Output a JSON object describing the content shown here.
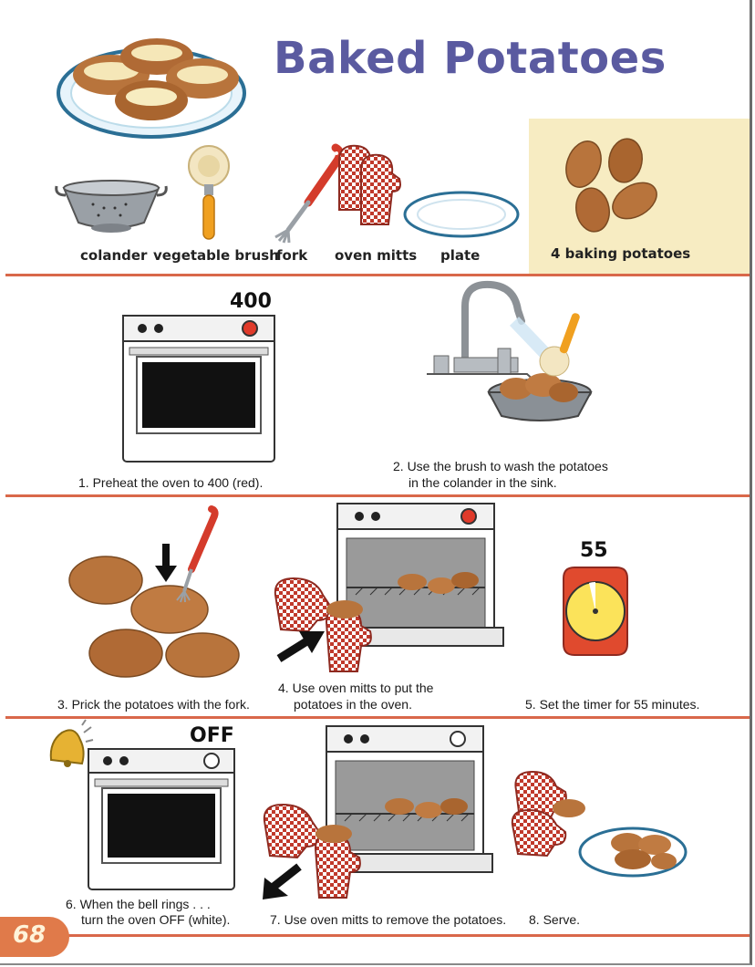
{
  "title": "Baked Potatoes",
  "tools": [
    {
      "label": "colander",
      "icon": "colander-icon"
    },
    {
      "label": "vegetable brush",
      "icon": "vegetable-brush-icon"
    },
    {
      "label": "fork",
      "icon": "fork-icon"
    },
    {
      "label": "oven mitts",
      "icon": "oven-mitts-icon"
    },
    {
      "label": "plate",
      "icon": "plate-icon"
    }
  ],
  "ingredient": {
    "label": "4 baking potatoes",
    "icon": "potatoes-icon"
  },
  "steps": [
    {
      "number_display": "400",
      "caption": "1.  Preheat the oven to 400 (red)."
    },
    {
      "caption_line1": "2.  Use the brush to wash the potatoes",
      "caption_line2": "in the colander in the sink."
    },
    {
      "caption": "3.  Prick the potatoes with the fork."
    },
    {
      "caption_line1": "4.  Use oven mitts to put the",
      "caption_line2": "potatoes in the oven."
    },
    {
      "number_display": "55",
      "caption": "5.  Set the timer for 55 minutes."
    },
    {
      "number_display": "OFF",
      "caption_line1": "6.  When the bell rings . . .",
      "caption_line2": "turn the oven OFF (white)."
    },
    {
      "caption": "7.  Use oven mitts to remove the potatoes."
    },
    {
      "caption": "8.  Serve."
    }
  ],
  "page_number": "68",
  "colors": {
    "title": "#5a5aa0",
    "rule": "#d9684a",
    "ingredient_bg": "#f7ecc2",
    "potato": "#b8743c",
    "mitt": "#c0392b",
    "oven_red_dial": "#e03a2a"
  }
}
